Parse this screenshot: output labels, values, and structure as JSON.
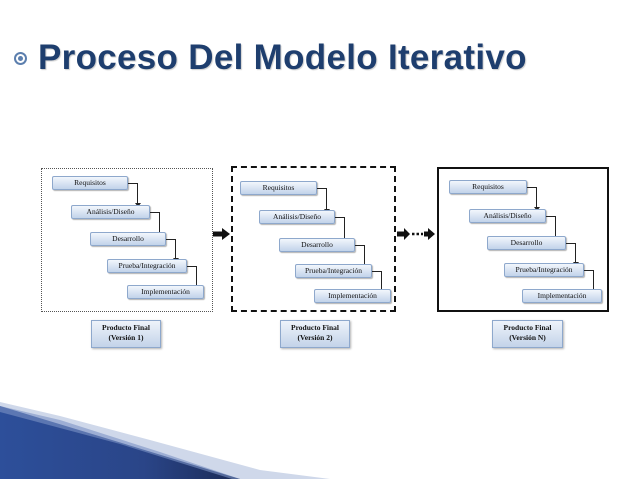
{
  "slide": {
    "title": "Proceso Del Modelo Iterativo",
    "title_color": "#1e3e6e",
    "accent_color": "#5c7fae"
  },
  "stage_labels": [
    "Requisitos",
    "Análisis/Diseño",
    "Desarrollo",
    "Prueba/Integración",
    "Implementación"
  ],
  "iterations": [
    {
      "border_style": "dotted",
      "final_line1": "Producto Final",
      "final_line2": "(Versión 1)"
    },
    {
      "border_style": "dashed",
      "final_line1": "Producto Final",
      "final_line2": "(Versión 2)"
    },
    {
      "border_style": "solid",
      "final_line1": "Producto Final",
      "final_line2": "(Versión N)"
    }
  ],
  "connectors": [
    {
      "type": "arrow",
      "from": 1,
      "to": 2
    },
    {
      "type": "dashed-arrow",
      "from": 2,
      "to": 3
    }
  ],
  "stage_fill": [
    "#f2f6fc",
    "#c2d3ea"
  ]
}
